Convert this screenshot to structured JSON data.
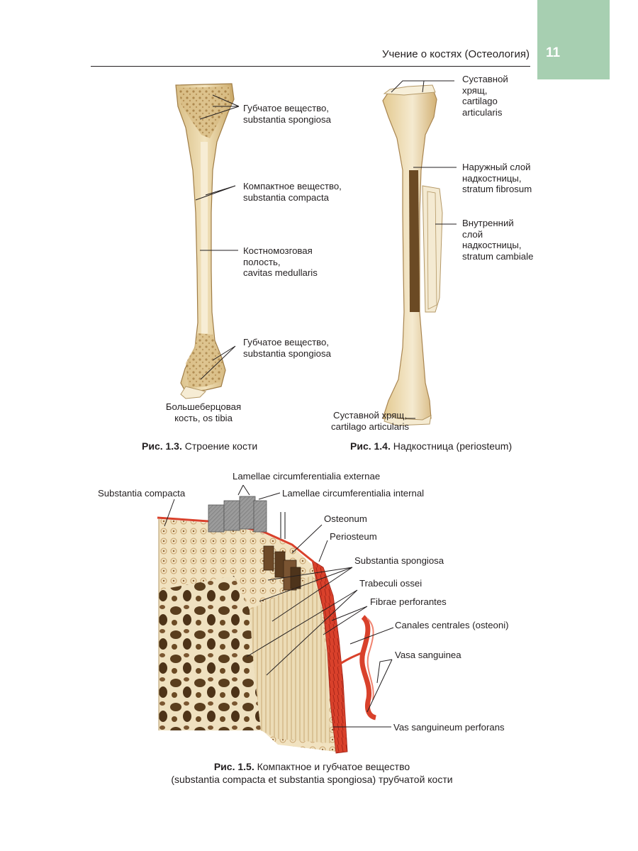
{
  "header": {
    "running_title": "Учение о костях (Остеология)",
    "page_number": "11",
    "tab_color": "#a7cfb1"
  },
  "figure_1_3": {
    "labels": {
      "spongiosa_upper": "Губчатое вещество,\nsubstantia spongiosa",
      "compacta": "Компактное вещество,\nsubstantia compacta",
      "cavitas": "Костномозговая\nполость,\ncavitas medullaris",
      "spongiosa_lower": "Губчатое вещество,\nsubstantia spongiosa",
      "bone_name": "Большеберцовая\nкость, os tibia"
    },
    "caption_number": "Рис. 1.3.",
    "caption_text": " Строение кости"
  },
  "figure_1_4": {
    "labels": {
      "cartilage_upper": "Суставной\nхрящ,\ncartilago\narticularis",
      "fibrosum": "Наружный слой\nнадкостницы,\nstratum fibrosum",
      "cambiale": "Внутренний\nслой\nнадкостницы,\nstratum cambiale",
      "cartilage_lower": "Суставной хрящ,\ncartilago articularis"
    },
    "caption_number": "Рис. 1.4.",
    "caption_text": " Надкостница (periosteum)"
  },
  "figure_1_5": {
    "labels": {
      "lamellae_externae": "Lamellae circumferentialia externae",
      "substantia_compacta": "Substantia compacta",
      "lamellae_internal": "Lamellae circumferentialia internal",
      "osteonum": "Osteonum",
      "periosteum": "Periosteum",
      "substantia_spongiosa": "Substantia spongiosa",
      "trabeculi": "Trabeculi ossei",
      "fibrae": "Fibrae perforantes",
      "canales": "Canales centrales (osteoni)",
      "vasa": "Vasa sanguinea",
      "vas_perforans": "Vas sanguineum perforans"
    },
    "caption_number": "Рис. 1.5.",
    "caption_line1": " Компактное и губчатое вещество",
    "caption_line2": "(substantia compacta et substantia spongiosa) трубчатой кости"
  },
  "colors": {
    "bone": "#e8d3a0",
    "spongy": "#c9a56a",
    "periosteum_red": "#d9412b"
  }
}
